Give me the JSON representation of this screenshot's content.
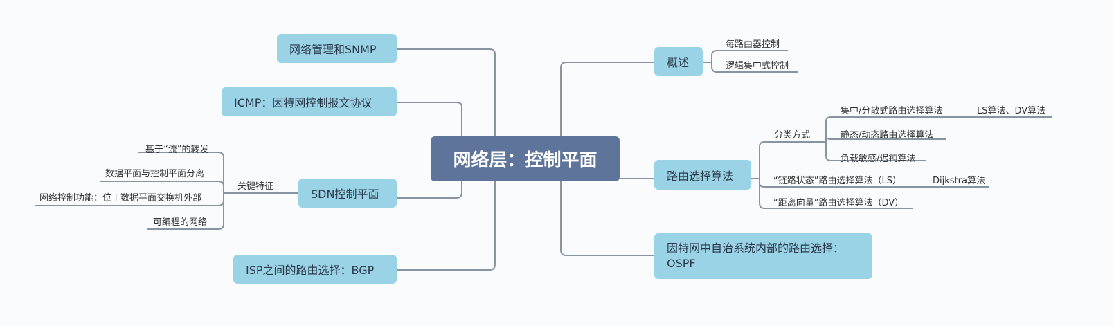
{
  "center": {
    "label": "网络层：控制平面"
  },
  "left": {
    "snmp": "网络管理和SNMP",
    "icmp": "ICMP：因特网控制报文协议",
    "sdn": "SDN控制平面",
    "bgp": "ISP之间的路由选择：BGP",
    "sdn_key": "关键特征",
    "sdn_features": [
      "基于“流”的转发",
      "数据平面与控制平面分离",
      "网络控制功能：位于数据平面交换机外部",
      "可编程的网络"
    ]
  },
  "right": {
    "overview": "概述",
    "overview_items": [
      "每路由器控制",
      "逻辑集中式控制"
    ],
    "routing": "路由选择算法",
    "classify": "分类方式",
    "classify_items": [
      "集中/分散式路由选择算法",
      "静态/动态路由选择算法",
      "负载敏感/迟钝算法"
    ],
    "classify_sub": "LS算法、DV算法",
    "ls": "“链路状态”路由选择算法（LS）",
    "ls_sub": "Dijkstra算法",
    "dv": "“距离向量”路由选择算法（DV）",
    "ospf_line1": "因特网中自治系统内部的路由选择：",
    "ospf_line2": "OSPF"
  },
  "colors": {
    "center": "#5f749b",
    "branch": "#9ad2e6",
    "line": "#8a93a3",
    "background": "#fafbfc"
  }
}
